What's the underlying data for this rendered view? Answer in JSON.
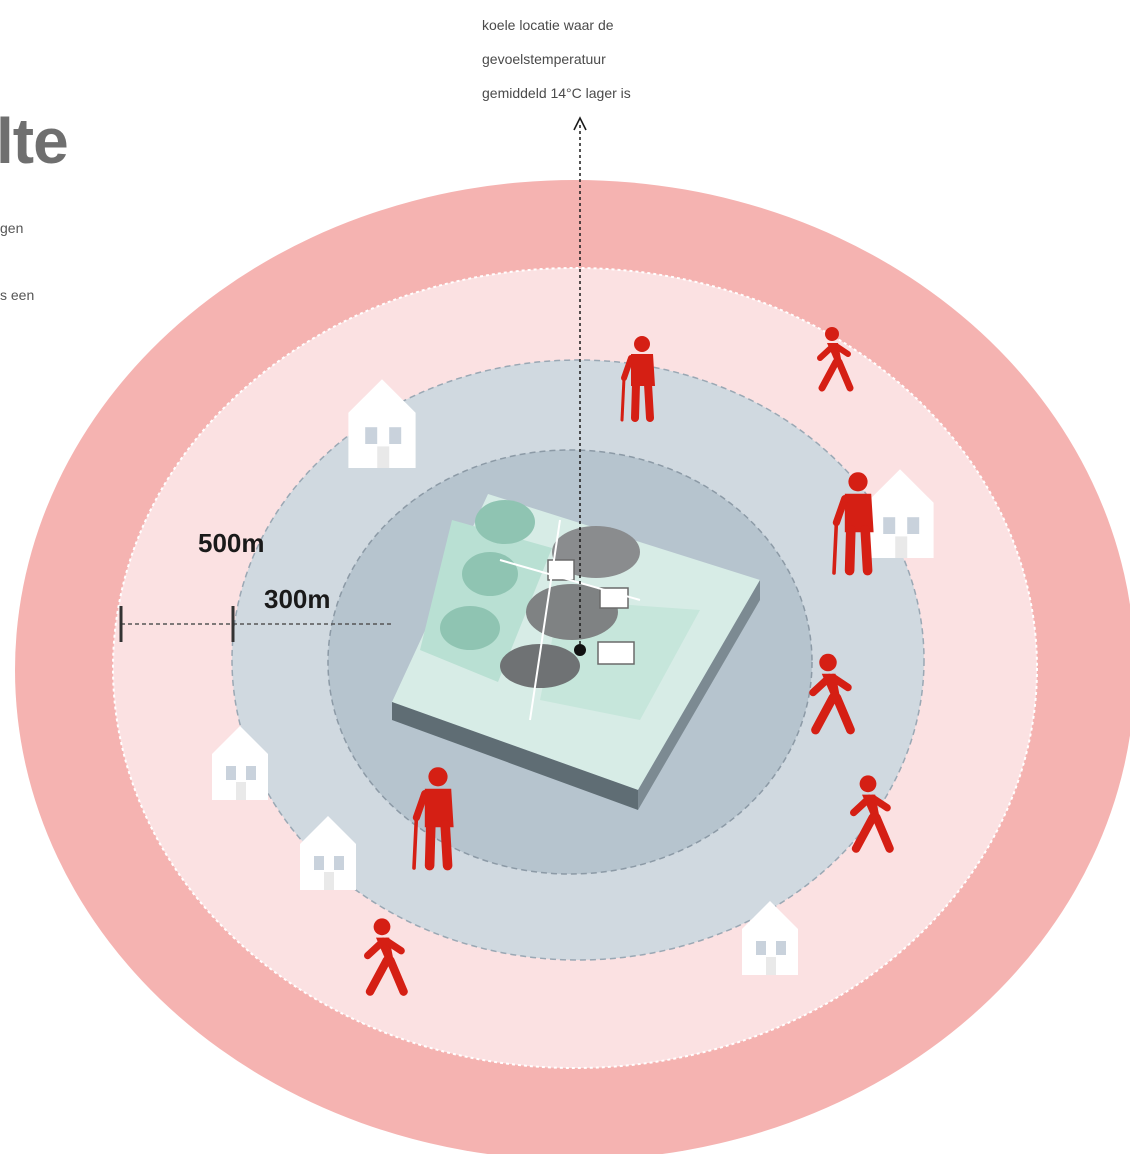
{
  "annotation": {
    "lines": [
      "koele locatie waar de",
      "gevoelstemperatuur",
      "gemiddeld 14°C lager is"
    ]
  },
  "heading": {
    "title_fragment": "lte",
    "text_fragments": [
      "gen",
      "s een"
    ]
  },
  "distances": {
    "outer_label": "500m",
    "inner_label": "300m"
  },
  "colors": {
    "outer_ring": "#f5b3b1",
    "middle_ring": "#fbe1e2",
    "inner_ring": "#d0d9e0",
    "center_zone": "#b6c4ce",
    "figure": "#d51f14",
    "house": "#ffffff",
    "park": "#a8d4c6"
  },
  "icons": {
    "walker": "walking-person-icon",
    "elder": "elderly-person-with-cane-icon",
    "house": "house-icon"
  }
}
